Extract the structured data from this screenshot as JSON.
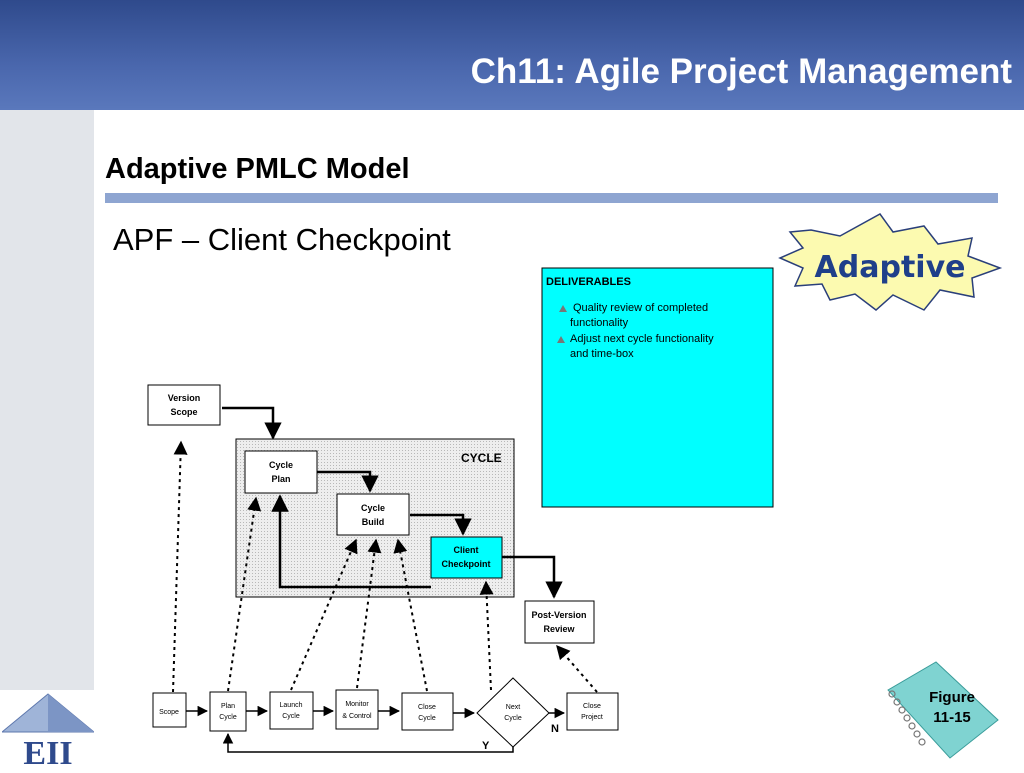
{
  "slide": {
    "title": "Ch11: Agile Project Management",
    "subtitle": "Adaptive PMLC Model",
    "heading": "APF – Client Checkpoint",
    "badge_label": "Adaptive",
    "logo_text": "EII",
    "figure_label": "Figure",
    "figure_number": "11-15"
  },
  "diagram": {
    "cycle_label": "CYCLE",
    "version_scope": [
      "Version",
      "Scope"
    ],
    "cycle_plan": [
      "Cycle",
      "Plan"
    ],
    "cycle_build": [
      "Cycle",
      "Build"
    ],
    "client_checkpoint": [
      "Client",
      "Checkpoint"
    ],
    "post_version_review": [
      "Post-Version",
      "Review"
    ],
    "flow": {
      "scope": "Scope",
      "plan_cycle": [
        "Plan",
        "Cycle"
      ],
      "launch_cycle": [
        "Launch",
        "Cycle"
      ],
      "monitor_control": [
        "Monitor",
        "& Control"
      ],
      "close_cycle": [
        "Close",
        "Cycle"
      ],
      "next_cycle": [
        "Next",
        "Cycle"
      ],
      "close_project": [
        "Close",
        "Project"
      ],
      "yes_label": "Y",
      "no_label": "N"
    },
    "deliverables": {
      "title": "DELIVERABLES",
      "items": [
        [
          "Quality review of completed",
          "functionality"
        ],
        [
          "Adjust next cycle functionality",
          "and time-box"
        ]
      ]
    }
  },
  "colors": {
    "header": "#3d5a9e",
    "rule": "#8ea5d1",
    "cyan": "#00ffff",
    "cycle_bg": "#e4e4e4",
    "badge_fill": "#fcfab0",
    "badge_text": "#1f3f8a"
  }
}
